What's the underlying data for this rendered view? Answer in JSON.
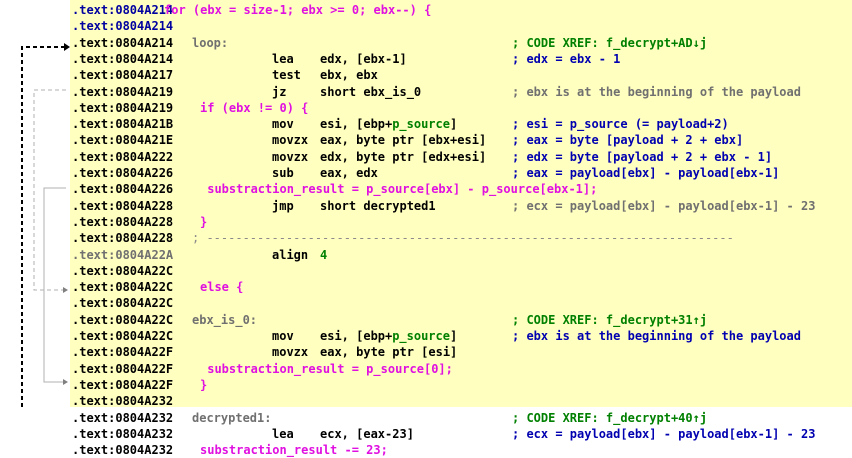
{
  "lines": [
    {
      "addr": ".text:0804A214",
      "addr_color": "blue",
      "pseudo": "for (ebx = size-1; ebx >= 0; ebx--) {"
    },
    {
      "addr": ".text:0804A214",
      "addr_color": "blue"
    },
    {
      "addr": ".text:0804A214",
      "label": "loop:",
      "comment": "; CODE XREF: f_decrypt+AD↓j"
    },
    {
      "addr": ".text:0804A214",
      "mnemonic": "lea",
      "operands": "edx, [ebx-1]",
      "comment": "; edx = ebx - 1"
    },
    {
      "addr": ".text:0804A217",
      "mnemonic": "test",
      "operands": "ebx, ebx"
    },
    {
      "addr": ".text:0804A219",
      "mnemonic": "jz",
      "operands": "short ebx_is_0",
      "comment": "; ebx is at the beginning of the payload",
      "comment_color": "grey"
    },
    {
      "addr": ".text:0804A219",
      "pseudo": "if (ebx != 0) {"
    },
    {
      "addr": ".text:0804A21B",
      "mnemonic": "mov",
      "operands_pre": "esi, [ebp+",
      "operands_sym": "p_source",
      "operands_post": "]",
      "comment": "; esi = p_source (= payload+2)"
    },
    {
      "addr": ".text:0804A21E",
      "mnemonic": "movzx",
      "operands": "eax, byte ptr [ebx+esi]",
      "comment": "; eax = byte [payload + 2 + ebx]"
    },
    {
      "addr": ".text:0804A222",
      "mnemonic": "movzx",
      "operands": "edx, byte ptr [edx+esi]",
      "comment": "; edx = byte [payload + 2 + ebx - 1]"
    },
    {
      "addr": ".text:0804A226",
      "mnemonic": "sub",
      "operands": "eax, edx",
      "comment": "; eax = payload[ebx] - payload[ebx-1]"
    },
    {
      "addr": ".text:0804A226",
      "pseudo": " substraction_result = p_source[ebx] - p_source[ebx-1];"
    },
    {
      "addr": ".text:0804A228",
      "mnemonic": "jmp",
      "operands": "short decrypted1",
      "comment": "; ecx = payload[ebx] - payload[ebx-1] - 23",
      "comment_color": "grey"
    },
    {
      "addr": ".text:0804A228",
      "pseudo": "}"
    },
    {
      "addr": ".text:0804A228",
      "separator": "; -------------------------------------------------------------------------"
    },
    {
      "addr": ".text:0804A22A",
      "addr_color": "grey",
      "mnemonic": "align",
      "operands": "4"
    },
    {
      "addr": ".text:0804A22C"
    },
    {
      "addr": ".text:0804A22C",
      "pseudo": "else {"
    },
    {
      "addr": ".text:0804A22C"
    },
    {
      "addr": ".text:0804A22C",
      "label": "ebx_is_0:",
      "comment": "; CODE XREF: f_decrypt+31↑j"
    },
    {
      "addr": ".text:0804A22C",
      "mnemonic": "mov",
      "operands_pre": "esi, [ebp+",
      "operands_sym": "p_source",
      "operands_post": "]",
      "comment": "; ebx is at the beginning of the payload"
    },
    {
      "addr": ".text:0804A22F",
      "mnemonic": "movzx",
      "operands": "eax, byte ptr [esi]"
    },
    {
      "addr": ".text:0804A22F",
      "pseudo": " substraction_result = p_source[0];"
    },
    {
      "addr": ".text:0804A22F",
      "pseudo": "}"
    },
    {
      "addr": ".text:0804A232"
    },
    {
      "addr": ".text:0804A232",
      "label": "decrypted1:",
      "comment": "; CODE XREF: f_decrypt+40↑j"
    },
    {
      "addr": ".text:0804A232",
      "mnemonic": "lea",
      "operands": "ecx, [eax-23]",
      "comment": "; ecx = payload[ebx] - payload[ebx-1] - 23"
    },
    {
      "addr": ".text:0804A232",
      "pseudo": "substraction_result -= 23;"
    }
  ],
  "colors": {
    "code_background": "#ffffc0",
    "pseudo": "#e010e0",
    "comment": "#0000b0",
    "xref_comment": "#008000",
    "label": "#707070",
    "symbol": "#008000"
  }
}
